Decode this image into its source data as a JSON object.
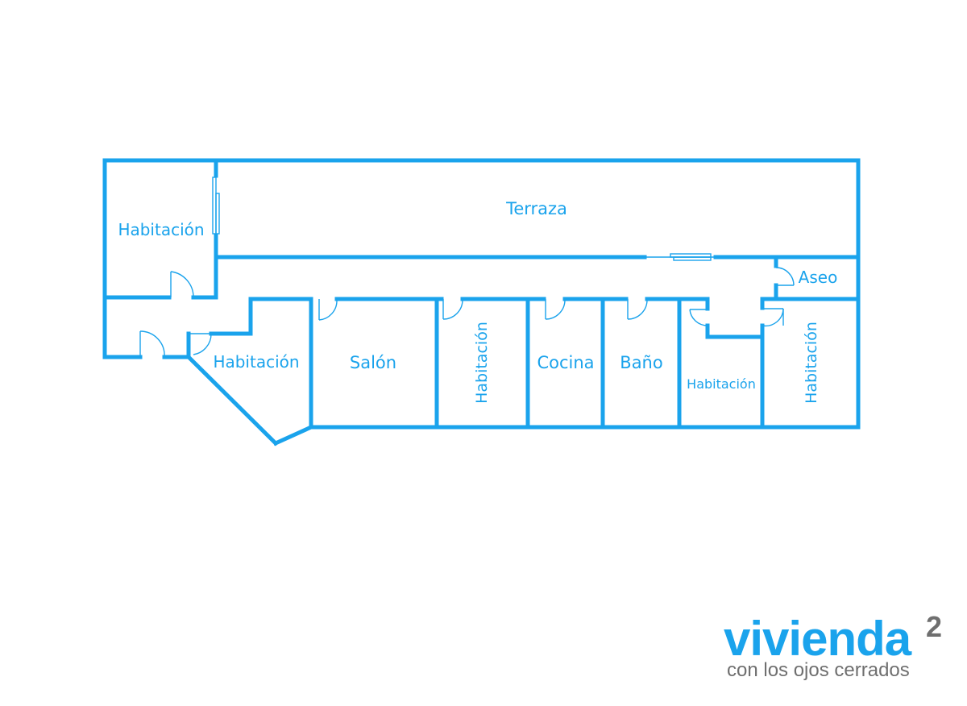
{
  "colors": {
    "wall": "#1aa3ec",
    "logo_blue": "#1aa3ec",
    "logo_gray": "#6f6f6f"
  },
  "rooms": {
    "habitacion_nw": "Habitación",
    "terraza": "Terraza",
    "aseo": "Aseo",
    "habitacion_angled": "Habitación",
    "salon": "Salón",
    "habitacion_mid": "Habitación",
    "cocina": "Cocina",
    "bano": "Baño",
    "habitacion_small": "Habitación",
    "habitacion_east": "Habitación"
  },
  "logo": {
    "brand": "vivienda",
    "superscript": "2",
    "tagline": "con los ojos cerrados"
  }
}
